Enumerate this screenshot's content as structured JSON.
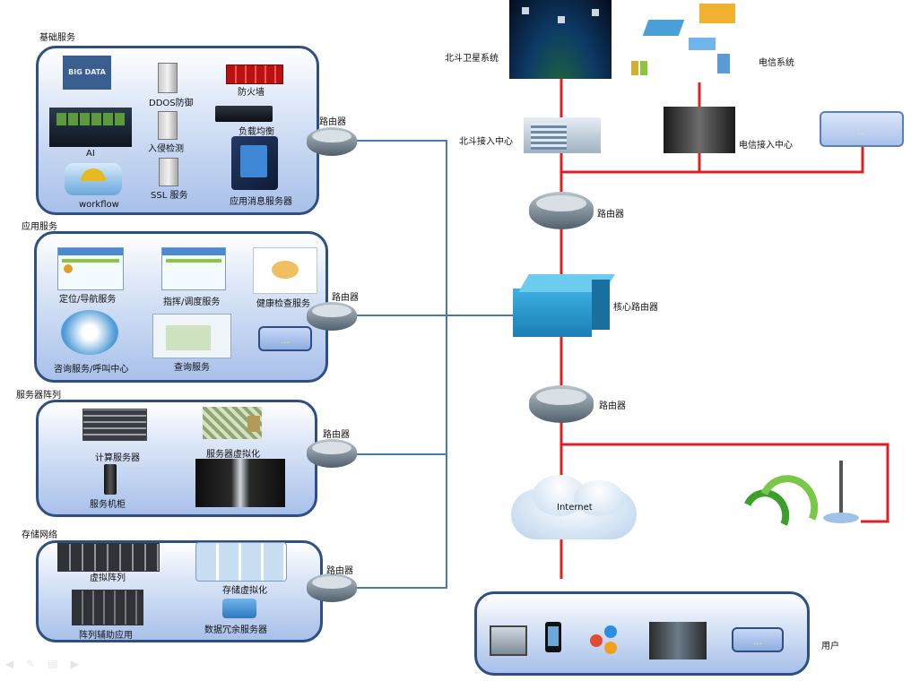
{
  "groups": {
    "basic": {
      "title": "基础服务",
      "items": [
        "DDOS防御",
        "防火墙",
        "负载均衡",
        "入侵检测",
        "AI",
        "SSL 服务",
        "workflow",
        "应用消息服务器"
      ]
    },
    "app": {
      "title": "应用服务",
      "items": [
        "定位/导航服务",
        "指挥/调度服务",
        "健康检查服务",
        "咨询服务/呼叫中心",
        "查询服务"
      ],
      "more": "..."
    },
    "server": {
      "title": "服务器阵列",
      "items": [
        "计算服务器",
        "服务器虚拟化",
        "服务机柜"
      ]
    },
    "storage": {
      "title": "存储网络",
      "items": [
        "虚拟阵列",
        "存储虚拟化",
        "阵列辅助应用",
        "数据冗余服务器"
      ]
    }
  },
  "routers": {
    "label": "路由器"
  },
  "right": {
    "beidou_sat": "北斗卫星系统",
    "telecom": "电信系统",
    "beidou_access": "北斗接入中心",
    "telecom_access": "电信接入中心",
    "router": "路由器",
    "core": "核心路由器",
    "internet": "Internet",
    "users": "用户",
    "more": "..."
  },
  "colors": {
    "red_link": "#e02020",
    "blue_link": "#4a78b0",
    "group_border": "#2d4f82"
  }
}
